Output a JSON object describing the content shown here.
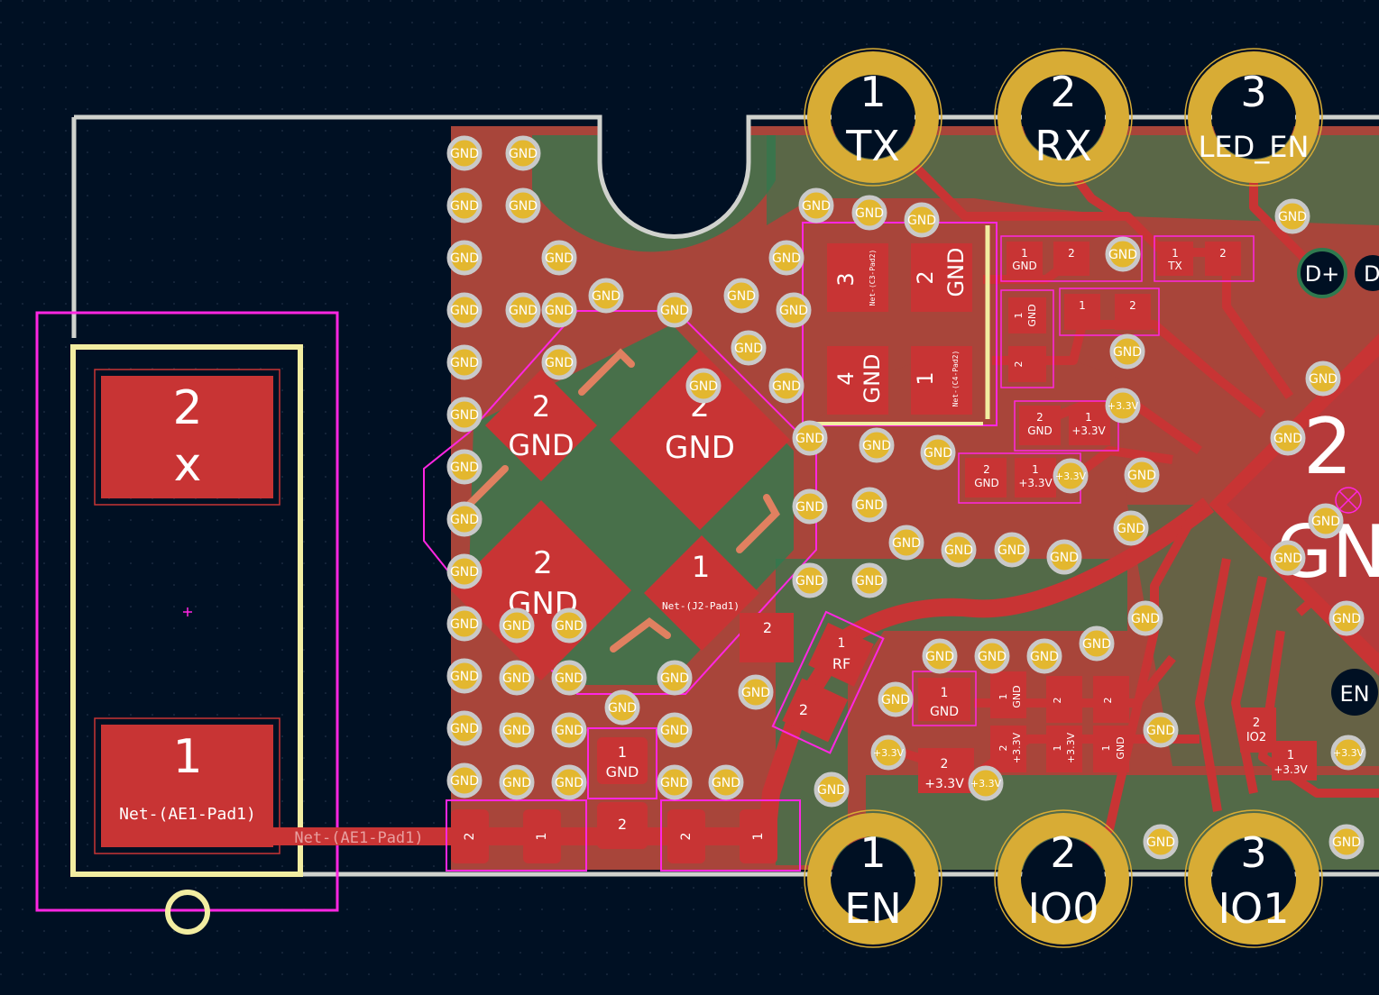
{
  "colors": {
    "background": "#001023",
    "copper": "#c83434",
    "copper_fill": "#a8453a",
    "solder_mask": "#2f7a4f",
    "edge_cuts": "#d0d2cd",
    "courtyard": "#ff26e2",
    "silkscreen": "#f2eda1",
    "pad_gold": "#d8ac35",
    "via_hole": "#e3b72f"
  },
  "antenna": {
    "pad2_number": "2",
    "pad2_net": "x",
    "pad1_number": "1",
    "pad1_net": "Net-(AE1-Pad1)",
    "trace_label": "Net-(AE1-Pad1)"
  },
  "header_top": [
    {
      "number": "1",
      "label": "TX"
    },
    {
      "number": "2",
      "label": "RX"
    },
    {
      "number": "3",
      "label": "LED_EN"
    }
  ],
  "header_bottom": [
    {
      "number": "1",
      "label": "EN"
    },
    {
      "number": "2",
      "label": "IO0"
    },
    {
      "number": "3",
      "label": "IO1"
    }
  ],
  "connector_j2": [
    {
      "number": "2",
      "net": "GND"
    },
    {
      "number": "2",
      "net": "GND"
    },
    {
      "number": "2",
      "net": "GND"
    },
    {
      "number": "1",
      "net": "Net-(J2-Pad1)"
    }
  ],
  "crystal": [
    {
      "number": "3",
      "net": "Net-(C3-Pad2)"
    },
    {
      "number": "2",
      "net": "GND"
    },
    {
      "number": "4",
      "net": "GND"
    },
    {
      "number": "1",
      "net": "Net-(C4-Pad2)"
    }
  ],
  "small_labels": {
    "gnd": "GND",
    "v33": "+3.3V",
    "rf": "RF",
    "tx": "TX",
    "io2": "IO2",
    "dplus": "D+",
    "d_trunc": "D",
    "en": "EN",
    "ic_num_trunc": "2",
    "ic_net_trunc": "GN",
    "one": "1",
    "two": "2"
  }
}
